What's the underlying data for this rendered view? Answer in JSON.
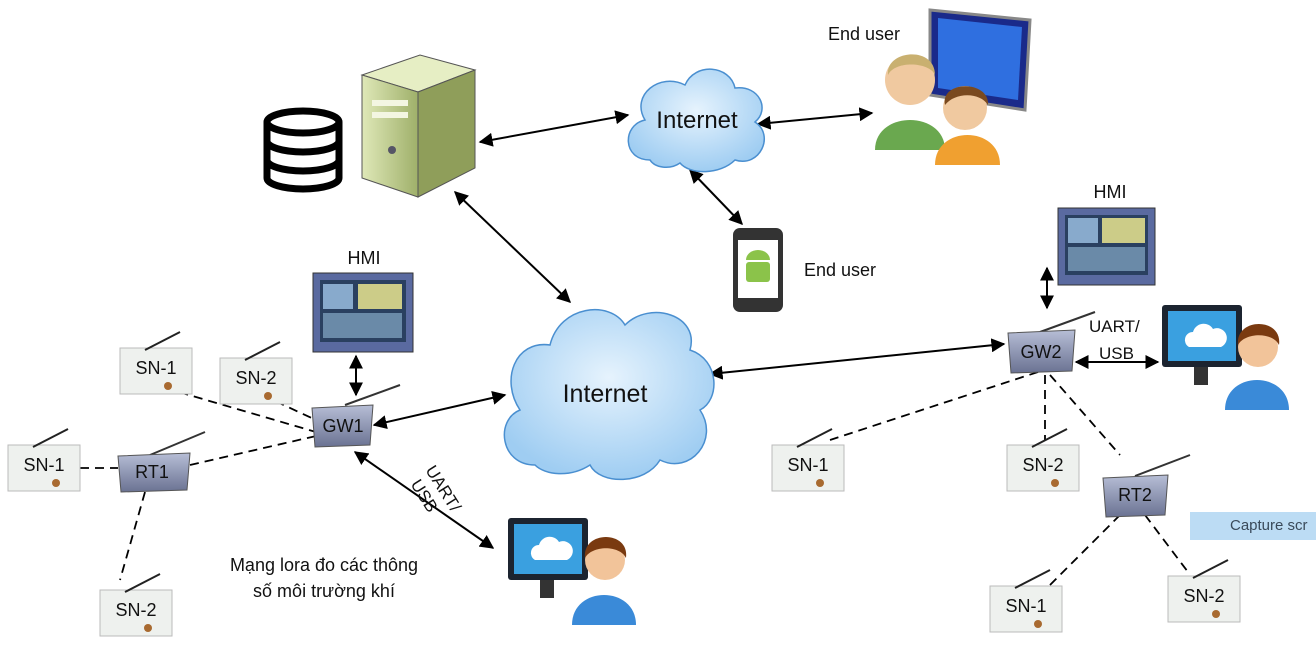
{
  "cloud_top": {
    "label": "Internet"
  },
  "cloud_main": {
    "label": "Internet"
  },
  "end_user_desktop": {
    "label": "End user"
  },
  "end_user_mobile": {
    "label": "End user"
  },
  "hmi_left": {
    "label": "HMI"
  },
  "hmi_right": {
    "label": "HMI"
  },
  "gateways": {
    "gw1": "GW1",
    "gw2": "GW2"
  },
  "routers": {
    "rt1": "RT1",
    "rt2": "RT2"
  },
  "sensors": {
    "sn1": "SN-1",
    "sn2": "SN-2"
  },
  "uart_left": {
    "line1": "UART/",
    "line2": "USB"
  },
  "uart_right": {
    "line1": "UART/",
    "line2": "USB"
  },
  "caption": {
    "line1": "Mạng lora đo các thông",
    "line2": "số môi trường khí"
  },
  "capture_tooltip": "Capture scr",
  "colors": {
    "cloud": "#bfe0f8",
    "cloud_stroke": "#4a8fd0",
    "device": "#8a93b0",
    "sensor_box": "#e8ece8",
    "server": "#c9d79a"
  }
}
